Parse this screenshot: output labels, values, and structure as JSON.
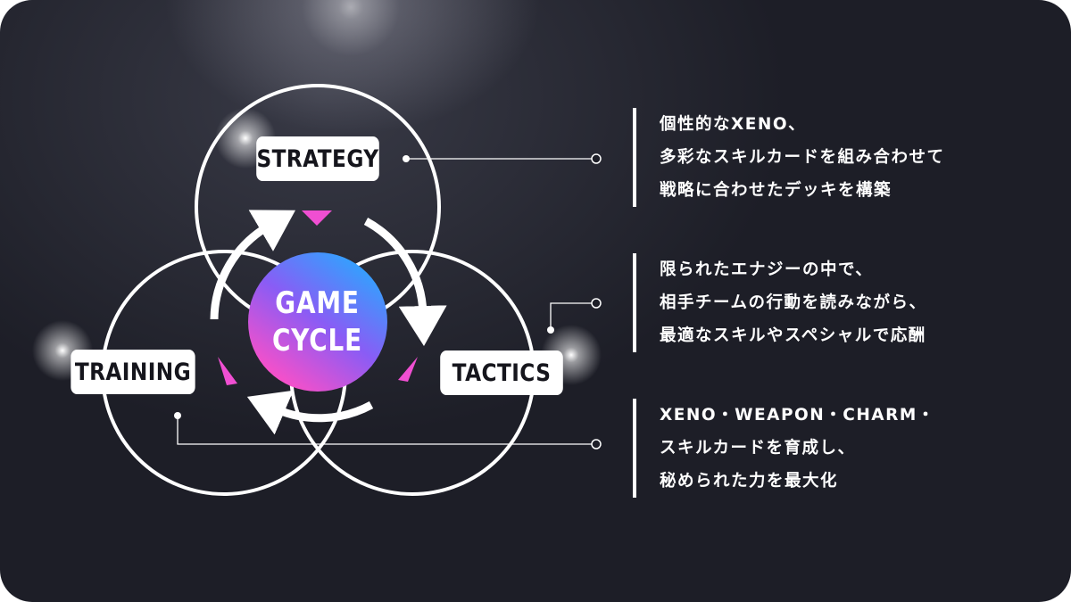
{
  "diagram": {
    "center": {
      "line1": "GAME",
      "line2": "CYCLE"
    },
    "nodes": {
      "strategy": "STRATEGY",
      "training": "TRAINING",
      "tactics": "TACTICS"
    },
    "colors": {
      "background": "#1d1e27",
      "line": "#ffffff",
      "triangle": "#f04fd2",
      "gradient_start": "#2aa8ff",
      "gradient_mid": "#8a5cf5",
      "gradient_end": "#ff4fc6"
    }
  },
  "descriptions": {
    "strategy": [
      "個性的なXENO、",
      "多彩なスキルカードを組み合わせて",
      "戦略に合わせたデッキを構築"
    ],
    "tactics": [
      "限られたエナジーの中で、",
      "相手チームの行動を読みながら、",
      "最適なスキルやスペシャルで応酬"
    ],
    "training": [
      "XENO・WEAPON・CHARM・",
      "スキルカードを育成し、",
      "秘められた力を最大化"
    ]
  }
}
